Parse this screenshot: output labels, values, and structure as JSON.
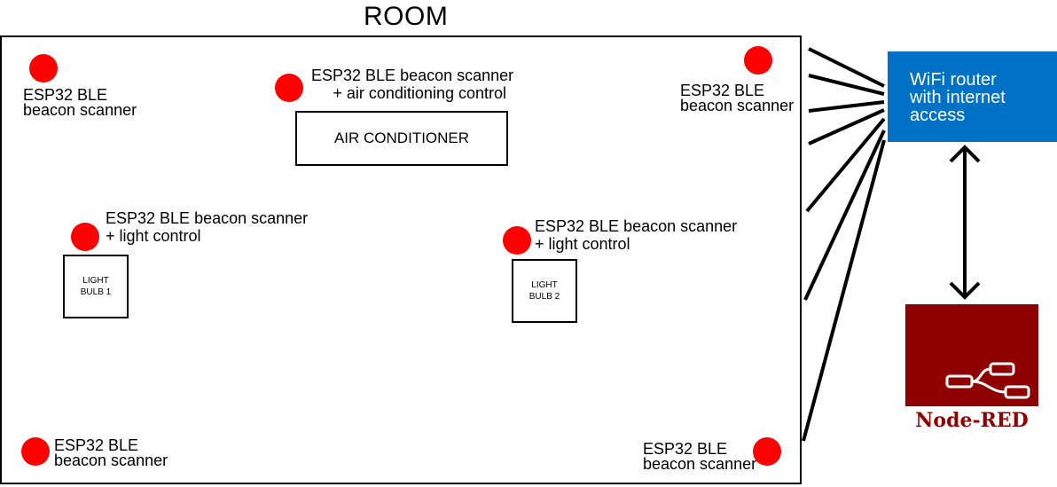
{
  "title": "ROOM",
  "scanners": {
    "top_left": [
      "ESP32 BLE",
      "beacon scanner"
    ],
    "top_center": [
      "ESP32 BLE beacon scanner",
      "+ air conditioning control"
    ],
    "top_right": [
      "ESP32 BLE",
      "beacon scanner"
    ],
    "mid_left": [
      "ESP32 BLE beacon scanner",
      "+ light control"
    ],
    "mid_center": [
      "ESP32 BLE beacon scanner",
      "+ light control"
    ],
    "bottom_left": [
      "ESP32 BLE",
      "beacon scanner"
    ],
    "bottom_right": [
      "ESP32 BLE",
      "beacon scanner"
    ]
  },
  "devices": {
    "air_conditioner": "AIR CONDITIONER",
    "light_bulb_1": [
      "LIGHT",
      "BULB 1"
    ],
    "light_bulb_2": [
      "LIGHT",
      "BULB 2"
    ]
  },
  "router": [
    "WiFi router",
    "with internet",
    "access"
  ],
  "node_red": "Node-RED",
  "colors": {
    "scanner_dot": "#ff0000",
    "router_fill": "#0071c5",
    "node_red": "#8f0000",
    "line": "#000000"
  }
}
